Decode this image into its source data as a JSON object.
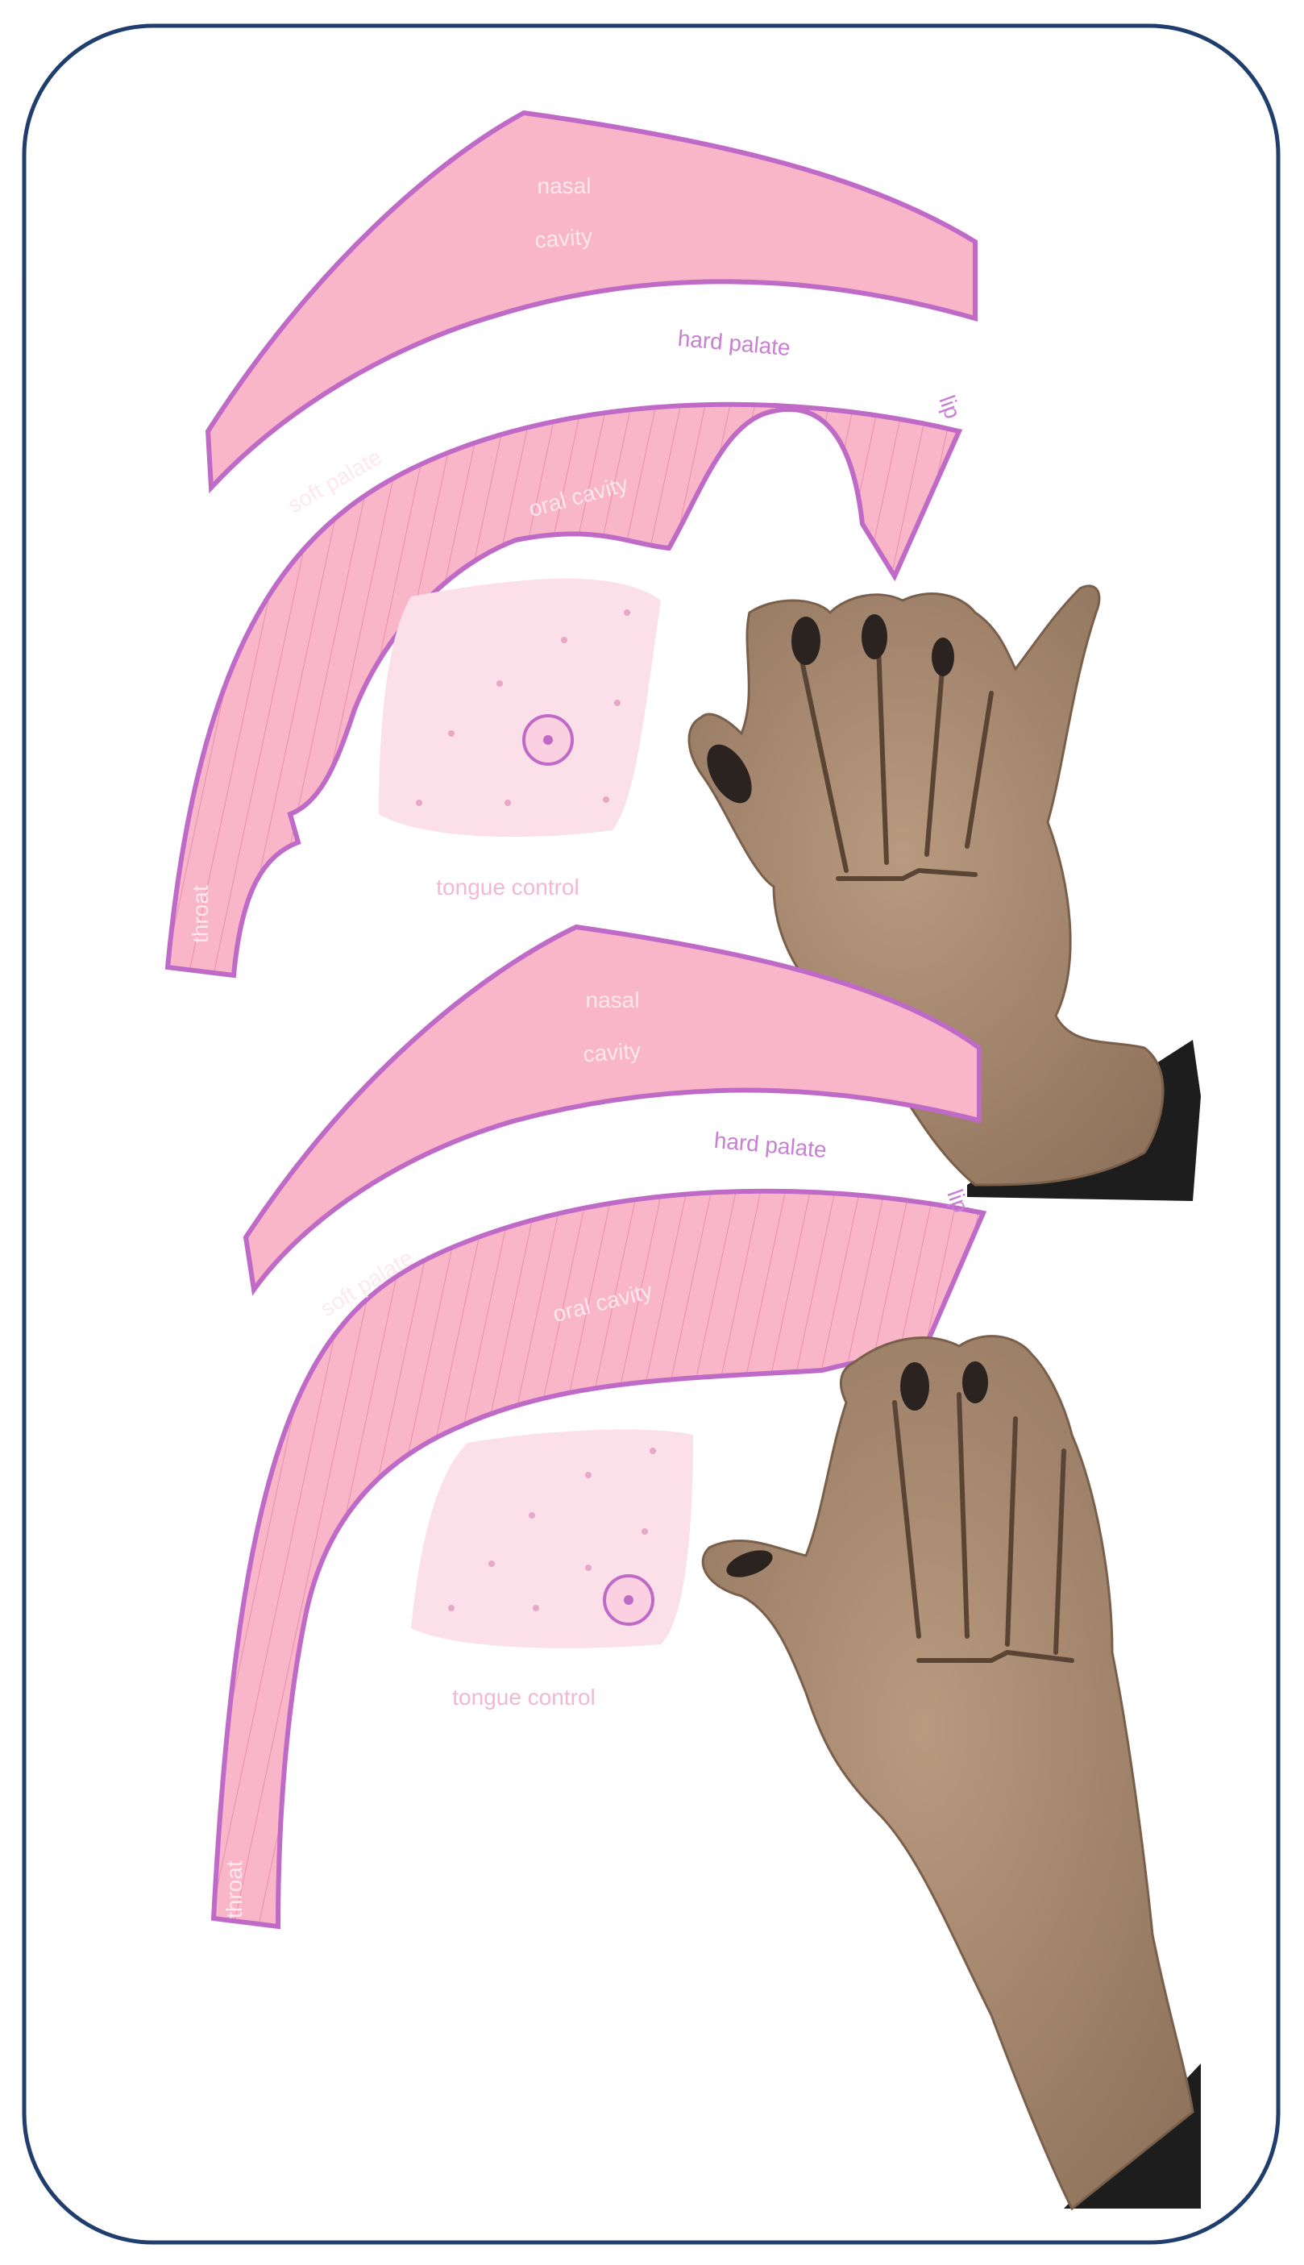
{
  "frame": {
    "border_color": "#1f3e6e"
  },
  "colors": {
    "tract_fill": "#f9b6c8",
    "outline": "#c06ac8",
    "label_light": "#fde8ef",
    "label_purple": "#c87fd4",
    "tongue_pad": "#fbe0ea",
    "glove": "#a98a70",
    "glove_dark": "#6e5643",
    "sleeve": "#1d1d1d"
  },
  "panels": [
    {
      "state": "open",
      "labels": {
        "nasal": "nasal",
        "cavity": "cavity",
        "hard_palate": "hard palate",
        "lip": "lip",
        "soft_palate": "soft palate",
        "oral_cavity": "oral cavity",
        "throat": "throat",
        "tongue_control": "tongue control"
      }
    },
    {
      "state": "closed",
      "labels": {
        "nasal": "nasal",
        "cavity": "cavity",
        "hard_palate": "hard palate",
        "lip": "lip",
        "soft_palate": "soft palate",
        "oral_cavity": "oral cavity",
        "throat": "throat",
        "tongue_control": "tongue control"
      }
    }
  ]
}
